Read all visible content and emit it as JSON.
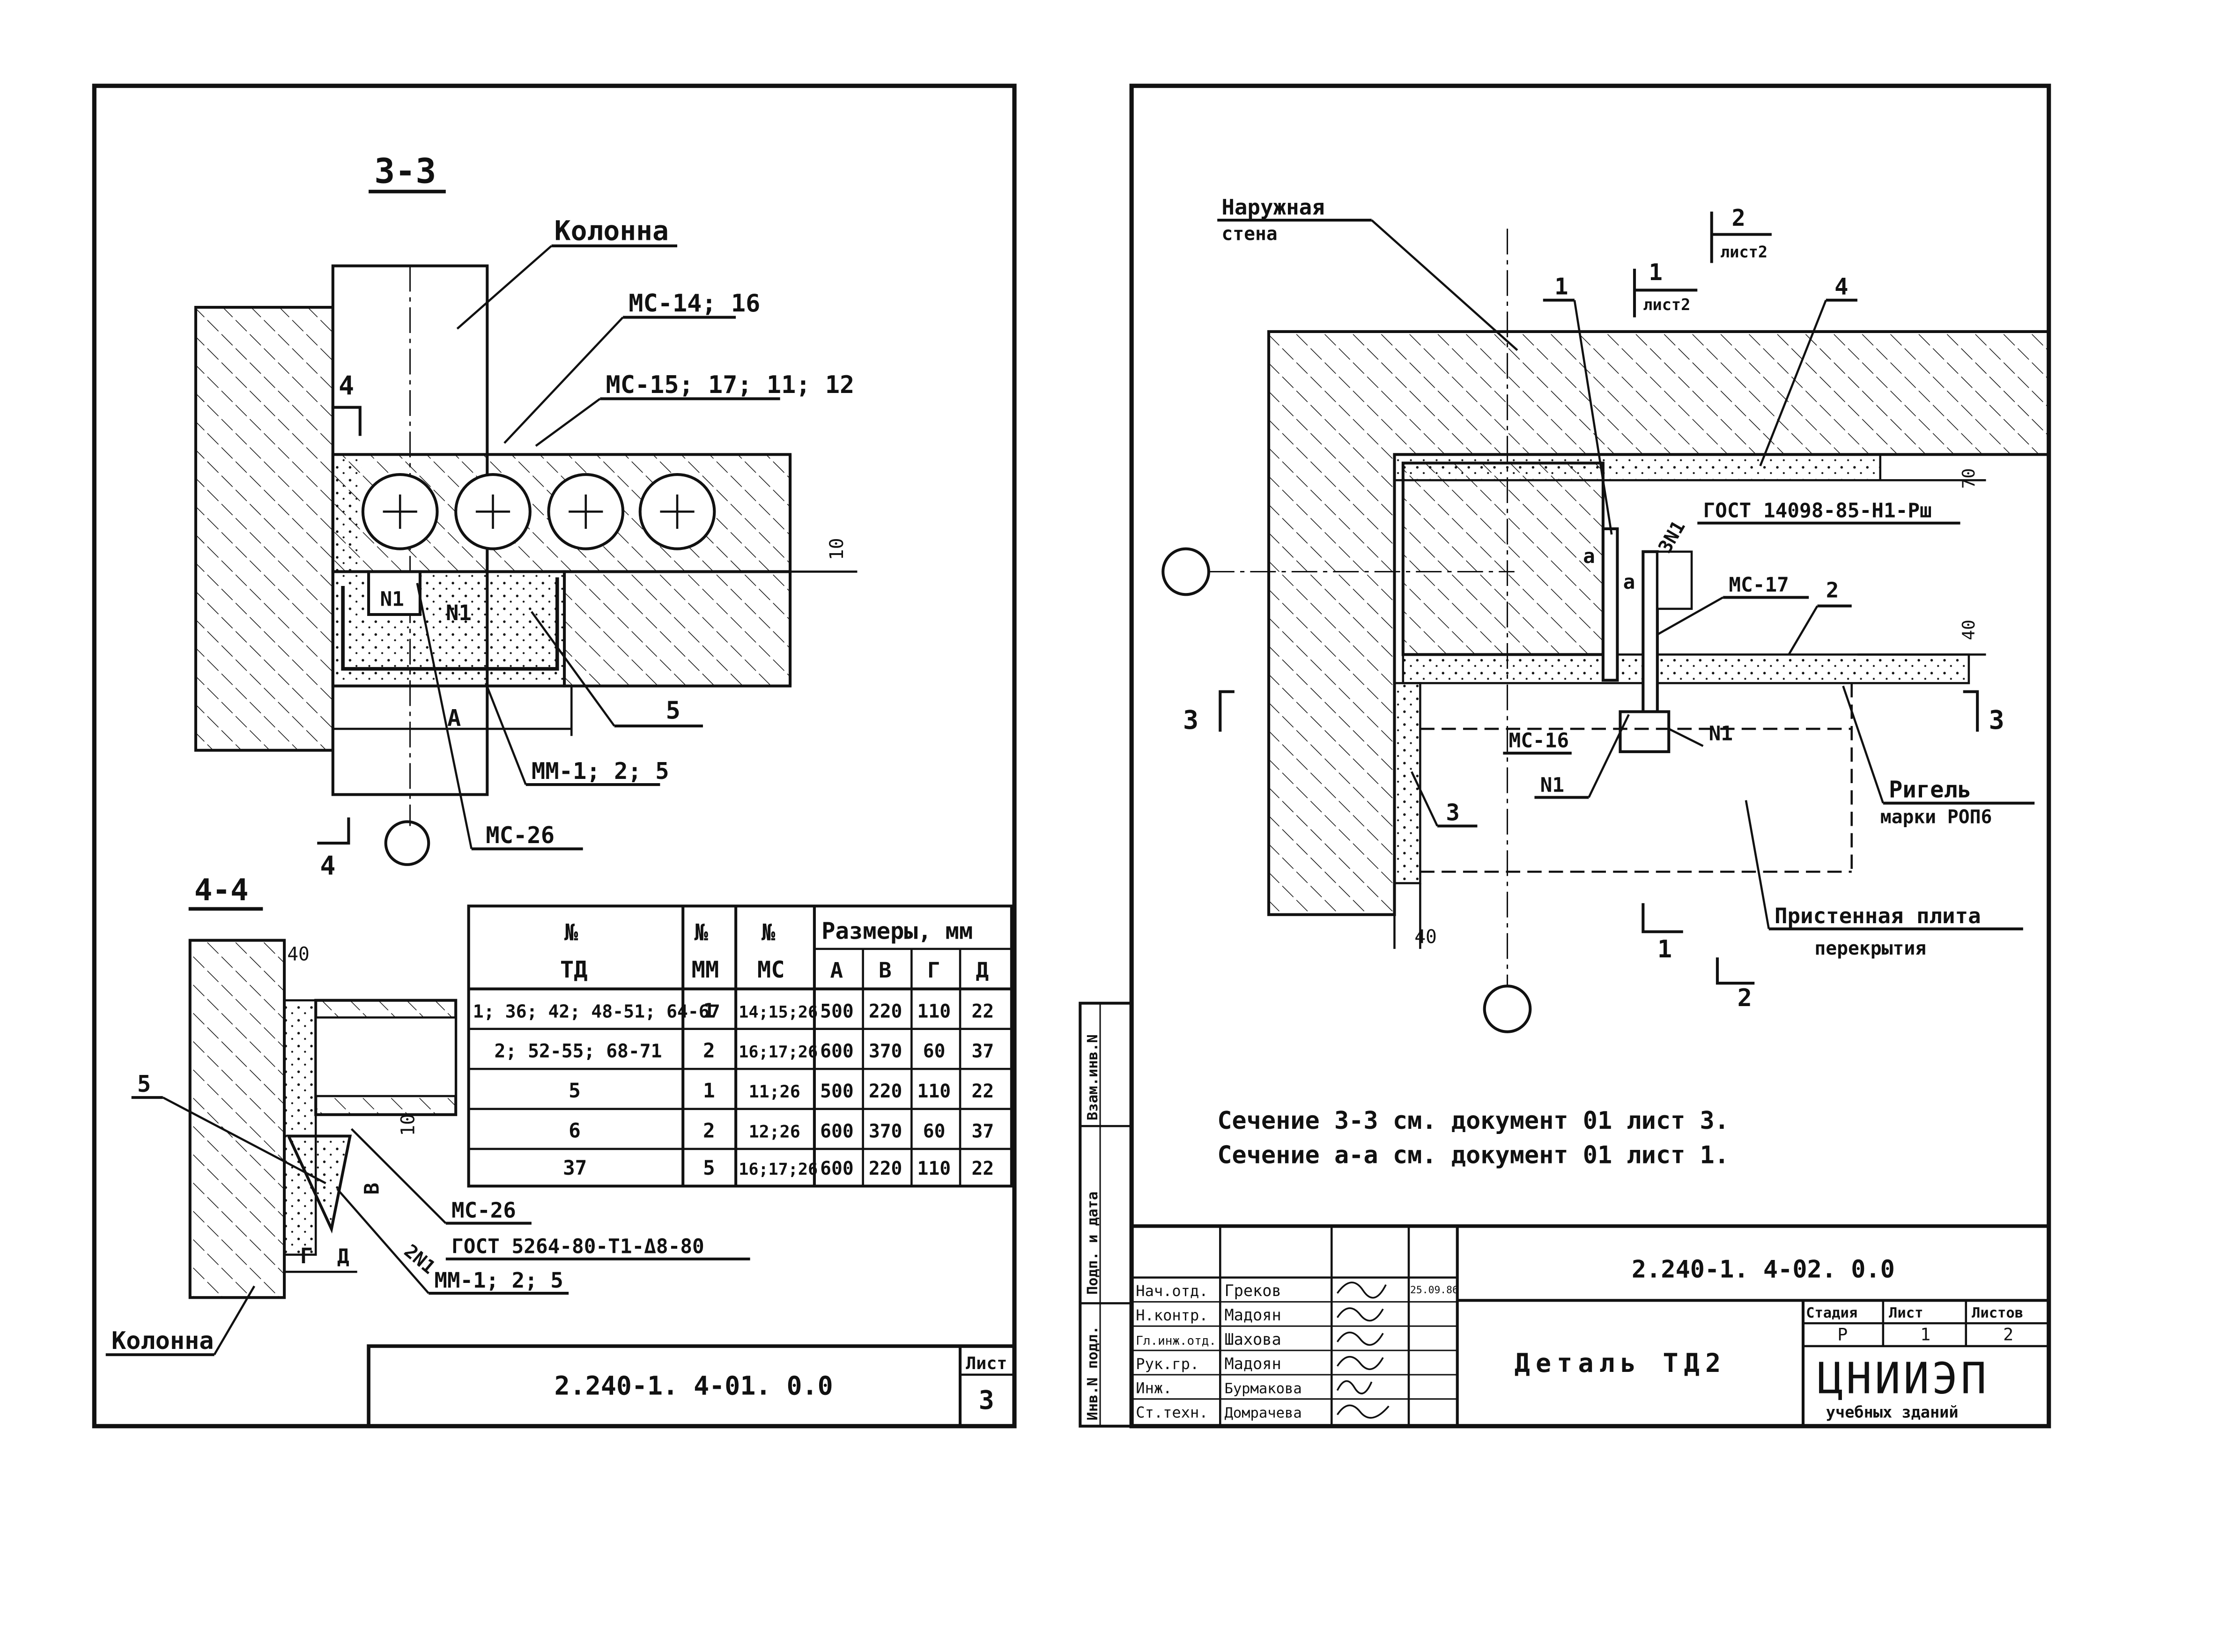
{
  "sheet_left": {
    "section_33": "3-3",
    "section_44": "4-4",
    "kolonna": "Колонна",
    "kolonna2": "Колонна",
    "mc_14_16": "МС-14; 16",
    "mc_15_17": "МС-15; 17; 11; 12",
    "mc_26": "МС-26",
    "mc_26b": "МС-26",
    "mm_125": "ММ-1; 2; 5",
    "mm_125b": "ММ-1; 2; 5",
    "n1": "N1",
    "n1b": "N1",
    "dim_a": "А",
    "dim_10": "10",
    "dim_10b": "10",
    "dim_40": "40",
    "dim_g": "Г",
    "dim_d": "Д",
    "dim_v": "В",
    "label_5": "5",
    "label_5b": "5",
    "label_4": "4",
    "label_4b": "4",
    "gost": "ГОСТ 5264-80-Т1-Δ8-80",
    "two_n1": "2N1",
    "doc_code": "2.240-1. 4-01. 0.0",
    "list_label": "Лист",
    "list_no": "3",
    "table": {
      "h_td": "№",
      "h_td2": "ТД",
      "h_mm": "№",
      "h_mm2": "ММ",
      "h_mc": "№",
      "h_mc2": "МС",
      "h_dims": "Размеры, мм",
      "h_a": "А",
      "h_b": "В",
      "h_g": "Г",
      "h_d": "Д",
      "rows": [
        [
          "1; 36; 42; 48-51; 64-67",
          "1",
          "14;15;26",
          "500",
          "220",
          "110",
          "22"
        ],
        [
          "2; 52-55; 68-71",
          "2",
          "16;17;26",
          "600",
          "370",
          "60",
          "37"
        ],
        [
          "5",
          "1",
          "11;26",
          "500",
          "220",
          "110",
          "22"
        ],
        [
          "6",
          "2",
          "12;26",
          "600",
          "370",
          "60",
          "37"
        ],
        [
          "37",
          "5",
          "16;17;26",
          "600",
          "220",
          "110",
          "22"
        ]
      ]
    }
  },
  "sheet_right": {
    "nar_stena": "Наружная",
    "nar_stena2": "стена",
    "ref_2": "2",
    "ref_list2": "лист2",
    "ref_1": "1",
    "ref_list2b": "лист2",
    "lbl_1": "1",
    "lbl_4": "4",
    "lbl_2": "2",
    "lbl_3": "3",
    "lbl_a": "а",
    "lbl_a2": "а",
    "lbl_3n1": "3N1",
    "dim_70": "70",
    "dim_40": "40",
    "dim_40b": "40",
    "gost": "ГОСТ 14098-85-Н1-Рш",
    "mc17": "МС-17",
    "mc16": "МС-16",
    "n1": "N1",
    "n1b": "N1",
    "sec3": "3",
    "sec3b": "3",
    "sec1": "1",
    "sec2": "2",
    "rigel": "Ригель",
    "rigel2": "марки РОП6",
    "plita": "Пристенная плита",
    "plita2": "перекрытия",
    "note1": "Сечение 3-3 см. документ  01  лист 3.",
    "note2": "Сечение а-а см. документ  01  лист 1.",
    "side_stamp": [
      "Взам.инв.N",
      "Подп. и дата",
      "Инв.N подл."
    ],
    "title_block": {
      "doc_code": "2.240-1. 4-02. 0.0",
      "title": "Деталь ТД2",
      "stage_h": "Стадия",
      "list_h": "Лист",
      "lists_h": "Листов",
      "stage": "Р",
      "list": "1",
      "lists": "2",
      "org": "ЦНИИЭП",
      "org2": "учебных зданий",
      "date": "25.09.86",
      "roles": [
        [
          "Нач.отд.",
          "Греков"
        ],
        [
          "Н.контр.",
          "Мадоян"
        ],
        [
          "Гл.инж.отд.",
          "Шахова"
        ],
        [
          "Рук.гр.",
          "Мадоян"
        ],
        [
          "Инж.",
          "Бурмакова"
        ],
        [
          "Ст.техн.",
          "Домрачева"
        ]
      ]
    }
  },
  "colors": {
    "ink": "#111111",
    "paper": "#ffffff"
  }
}
